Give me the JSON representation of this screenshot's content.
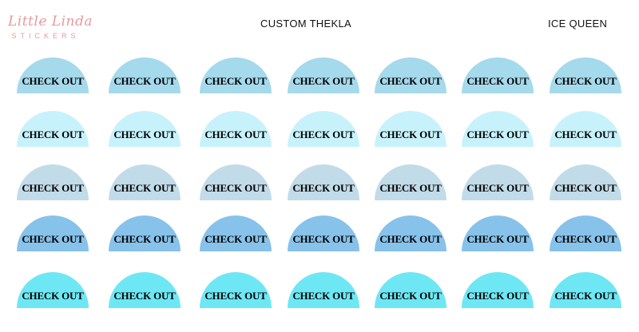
{
  "logo": {
    "script": "Little Linda",
    "sub": "STICKERS"
  },
  "header": {
    "title": "CUSTOM THEKLA",
    "subtitle": "ICE QUEEN"
  },
  "colors": [
    "#a5d9ec",
    "#c7f2fc",
    "#c2dbe9",
    "#87c2ea",
    "#6ee7f4"
  ],
  "rows": [
    [
      "CHECK OUT",
      "CHECK OUT",
      "CHECK OUT",
      "CHECK OUT",
      "CHECK OUT",
      "CHECK OUT",
      "CHECK OUT"
    ],
    [
      "CHECK OUT",
      "CHECK OUT",
      "CHECK OUT",
      "CHECK OUT",
      "CHECK OUT",
      "CHECK OUT",
      "CHECK OUT"
    ],
    [
      "CHECK OUT",
      "CHECK OUT",
      "CHECK OUT",
      "CHECK OUT",
      "CHECK OUT",
      "CHECK OUT",
      "CHECK OUT"
    ],
    [
      "CHECK OUT",
      "CHECK OUT",
      "CHECK OUT",
      "CHECK OUT",
      "CHECK OUT",
      "CHECK OUT",
      "CHECK OUT"
    ],
    [
      "CHECK OUT",
      "CHECK OUT",
      "CHECK OUT",
      "CHECK OUT",
      "CHECK OUT",
      "CHECK OUT",
      "CHECK OUT"
    ]
  ]
}
